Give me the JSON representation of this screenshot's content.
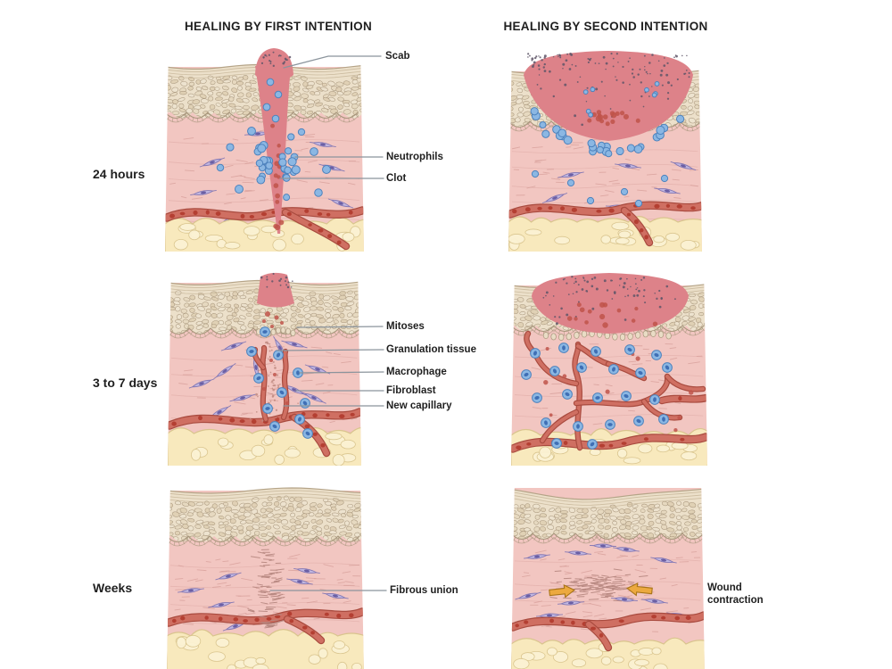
{
  "figure": {
    "columns": [
      {
        "header": "HEALING BY FIRST INTENTION"
      },
      {
        "header": "HEALING BY SECOND INTENTION"
      }
    ],
    "rows": [
      {
        "label": "24 hours"
      },
      {
        "label": "3 to 7 days"
      },
      {
        "label": "Weeks"
      }
    ],
    "annotations": {
      "scab": "Scab",
      "neutrophils": "Neutrophils",
      "clot": "Clot",
      "mitoses": "Mitoses",
      "granulation_tissue": "Granulation tissue",
      "macrophage": "Macrophage",
      "fibroblast": "Fibroblast",
      "new_capillary": "New capillary",
      "fibrous_union": "Fibrous union",
      "wound_contraction": "Wound contraction"
    },
    "colors": {
      "background": "#ffffff",
      "text": "#1f1f1f",
      "leader_line": "#8b949c",
      "epidermis": "#ece0ca",
      "epidermis_cell_stroke": "#a8967c",
      "corneum_line": "#c9b89b",
      "dermis": "#f2c6c1",
      "dermis_dash": "#d8a09b",
      "fat": "#f8e9bd",
      "fat_stroke": "#d9c48d",
      "fat_light": "#fbf2d3",
      "vessel": "#cf6f62",
      "vessel_edge": "#a94b3f",
      "vessel_dot": "#b03a2e",
      "scab": "#dd8289",
      "scab_speckle": "#5f5668",
      "clot_dot": "#c0544a",
      "neutrophil_fill": "#8bb7e3",
      "neutrophil_stroke": "#4d82bd",
      "macrophage_nucleus": "#3f6fb5",
      "fibroblast_fill": "#c0b6e0",
      "fibroblast_stroke": "#8478b4",
      "fibroblast_nucleus": "#6b5fa4",
      "granulation_dot": "#c08a80",
      "scar_dash": "#b6867f",
      "arrow_fill": "#eca93f",
      "arrow_stroke": "#a87418"
    }
  }
}
